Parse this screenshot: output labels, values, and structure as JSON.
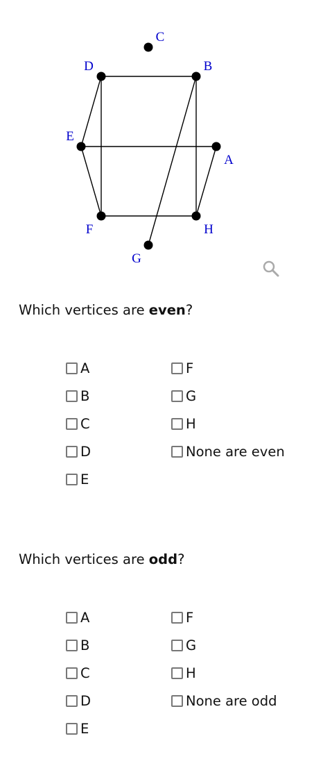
{
  "graph": {
    "vertices": [
      {
        "id": "A",
        "label": "A"
      },
      {
        "id": "B",
        "label": "B"
      },
      {
        "id": "C",
        "label": "C"
      },
      {
        "id": "D",
        "label": "D"
      },
      {
        "id": "E",
        "label": "E"
      },
      {
        "id": "F",
        "label": "F"
      },
      {
        "id": "G",
        "label": "G"
      },
      {
        "id": "H",
        "label": "H"
      }
    ],
    "edges": [
      [
        "D",
        "B"
      ],
      [
        "D",
        "E"
      ],
      [
        "D",
        "F"
      ],
      [
        "B",
        "H"
      ],
      [
        "B",
        "G"
      ],
      [
        "E",
        "A"
      ],
      [
        "E",
        "F"
      ],
      [
        "A",
        "H"
      ],
      [
        "F",
        "H"
      ]
    ],
    "label_color": "#0000cc"
  },
  "zoom_icon": "magnifier-icon",
  "q1": {
    "prefix": "Which vertices are ",
    "keyword": "even",
    "suffix": "?",
    "options": [
      "A",
      "B",
      "C",
      "D",
      "E",
      "F",
      "G",
      "H",
      "None are even"
    ]
  },
  "q2": {
    "prefix": "Which vertices are ",
    "keyword": "odd",
    "suffix": "?",
    "options": [
      "A",
      "B",
      "C",
      "D",
      "E",
      "F",
      "G",
      "H",
      "None are odd"
    ]
  }
}
